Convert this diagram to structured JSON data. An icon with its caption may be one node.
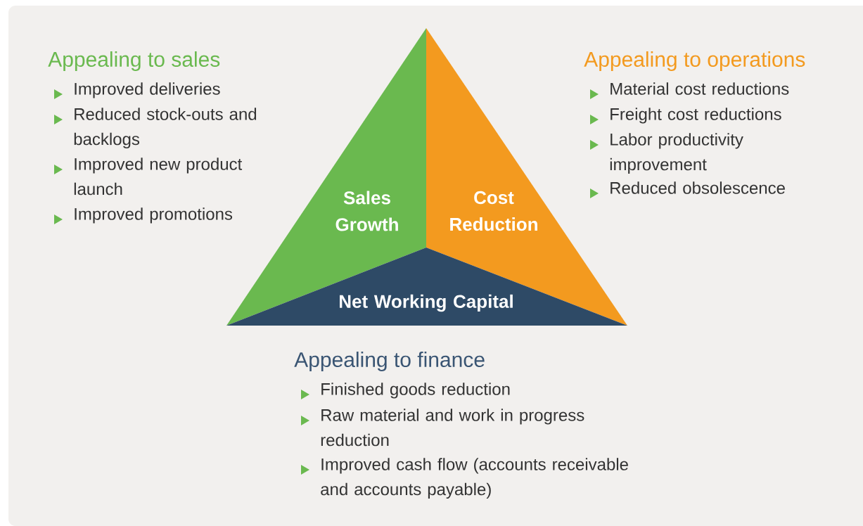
{
  "diagram": {
    "nodes": [
      {
        "text": [
          "Sales Growth"
        ]
      },
      {
        "text": [
          "Cost Reduction"
        ]
      },
      {
        "text": [
          "Net Working Capital"
        ]
      }
    ],
    "labels": [
      "Appealing to sales",
      "Improved deliveries",
      "Reduced stock-outs and backlogs",
      "Improved new product launch",
      "Improved promotions",
      "Appealing to operations",
      "Material cost reductions",
      "Freight cost reductions",
      "Labor productivity improvement",
      "Reduced obsolescence",
      "Appealing to finance",
      "Finished goods reduction",
      "Raw material and work in progress reduction",
      "Improved cash flow (accounts receivable and accounts payable)"
    ]
  }
}
